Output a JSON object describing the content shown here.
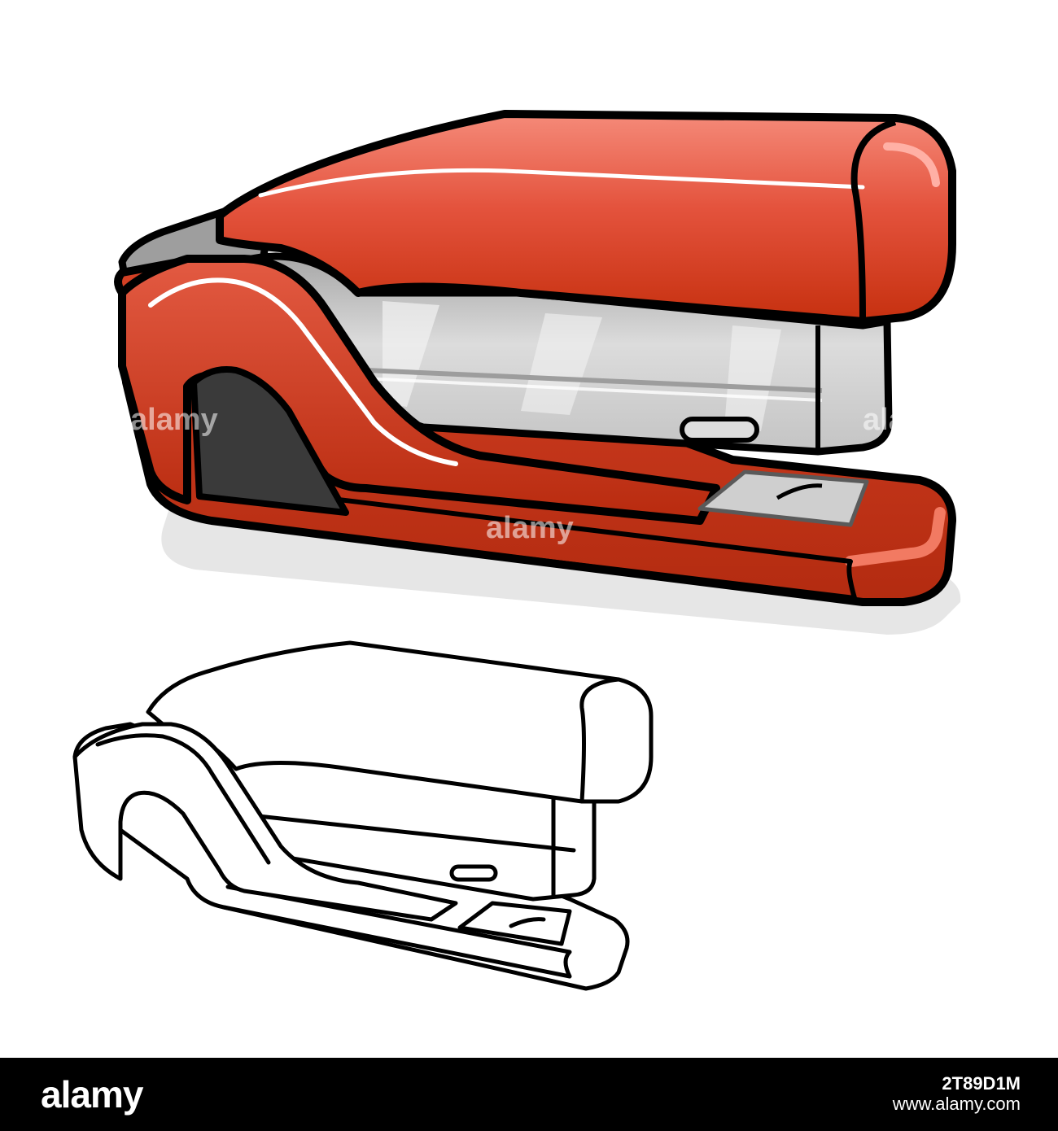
{
  "footer": {
    "brand": "alamy",
    "image_id": "2T89D1M",
    "site": "www.alamy.com"
  },
  "watermark": {
    "text": "alamy"
  },
  "colors": {
    "stapler_red": "#cc3a1c",
    "stapler_red_light": "#ef6a55",
    "stapler_red_dark": "#a92d14",
    "metal_grey": "#c9c9c9",
    "rubber_black": "#3a3a3a",
    "outline": "#000000",
    "footer_bg": "#000000"
  },
  "illustration": {
    "subjects": [
      "stapler-colored",
      "stapler-line-art"
    ]
  }
}
